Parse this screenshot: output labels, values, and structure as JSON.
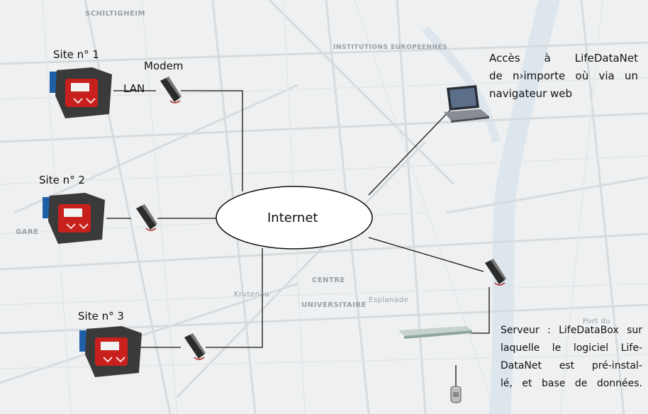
{
  "sites": [
    {
      "label": "Site n° 1"
    },
    {
      "label": "Site n° 2"
    },
    {
      "label": "Site n° 3"
    }
  ],
  "labels": {
    "modem": "Modem",
    "lan": "LAN",
    "internet": "Internet"
  },
  "access_text": [
    "Accès à LifeDataNet",
    "de n›importe où via un",
    "navigateur web"
  ],
  "server_text": [
    "Serveur : LifeDataBox sur",
    "laquelle le logiciel Life-",
    "DataNet est pré-instal-",
    "lé, et base de données."
  ],
  "map_labels": {
    "schiltigheim": "SCHILTIGHEIM",
    "gare": "GARE",
    "institutions": "INSTITUTIONS EUROPEENNES",
    "centre": "CENTRE",
    "universitaire": "UNIVERSITAIRE",
    "krutenau": "Krutenau",
    "esplanade": "Esplanade",
    "port": "Port du"
  },
  "icons": [
    "terminal-icon",
    "modem-icon",
    "laptop-icon",
    "server-icon",
    "database-icon"
  ],
  "colors": {
    "background": "#eef0f1",
    "map_streets": "#d7dadc",
    "river": "#dfe7ee",
    "terminal_red": "#c8201c",
    "terminal_blue": "#1f5fa8"
  }
}
